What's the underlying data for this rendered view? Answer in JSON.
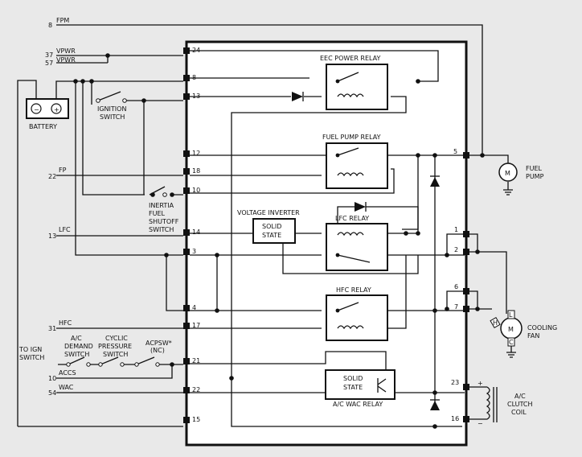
{
  "module_pins": {
    "p24": "24",
    "p8": "8",
    "p13": "13",
    "p12": "12",
    "p18": "18",
    "p10": "10",
    "p14": "14",
    "p3": "3",
    "p4": "4",
    "p17": "17",
    "p21": "21",
    "p22": "22",
    "p15": "15",
    "p5": "5",
    "p1": "1",
    "p2": "2",
    "p6": "6",
    "p7": "7",
    "p23": "23",
    "p16": "16"
  },
  "signals": {
    "fpm": {
      "num": "8",
      "name": "FPM"
    },
    "vpwr37": {
      "num": "37",
      "name": "VPWR"
    },
    "vpwr57": {
      "num": "57",
      "name": "VPWR"
    },
    "fp": {
      "num": "22",
      "name": "FP"
    },
    "lfc": {
      "num": "13",
      "name": "LFC"
    },
    "hfc": {
      "num": "31",
      "name": "HFC"
    },
    "accs": {
      "num": "10",
      "name": "ACCS"
    },
    "wac": {
      "num": "54",
      "name": "WAC"
    }
  },
  "relays": {
    "eec": "EEC POWER RELAY",
    "fuel_pump": "FUEL PUMP RELAY",
    "lfc": "LFC RELAY",
    "hfc": "HFC RELAY",
    "wac": "A/C WAC RELAY"
  },
  "labels": {
    "battery": "BATTERY",
    "neg": "−",
    "pos": "+",
    "ignition": [
      "IGNITION",
      "SWITCH"
    ],
    "inertia": [
      "INERTIA",
      "FUEL",
      "SHUTOFF",
      "SWITCH"
    ],
    "voltage_inverter": "VOLTAGE INVERTER",
    "solid_state": [
      "SOLID",
      "STATE"
    ],
    "to_ign": [
      "TO IGN",
      "SWITCH"
    ],
    "ac_demand": [
      "A/C",
      "DEMAND",
      "SWITCH"
    ],
    "cyclic": [
      "CYCLIC",
      "PRESSURE",
      "SWITCH"
    ],
    "acpsw": [
      "ACPSW*",
      "(NC)"
    ],
    "fuel_pump": [
      "FUEL",
      "PUMP"
    ],
    "cooling_fan": [
      "COOLING",
      "FAN"
    ],
    "clutch": [
      "A/C",
      "CLUTCH",
      "COIL"
    ],
    "motor": "M",
    "plus": "+",
    "minus": "−",
    "fan_h": "H",
    "fan_l": "L",
    "fan_c": "C"
  }
}
